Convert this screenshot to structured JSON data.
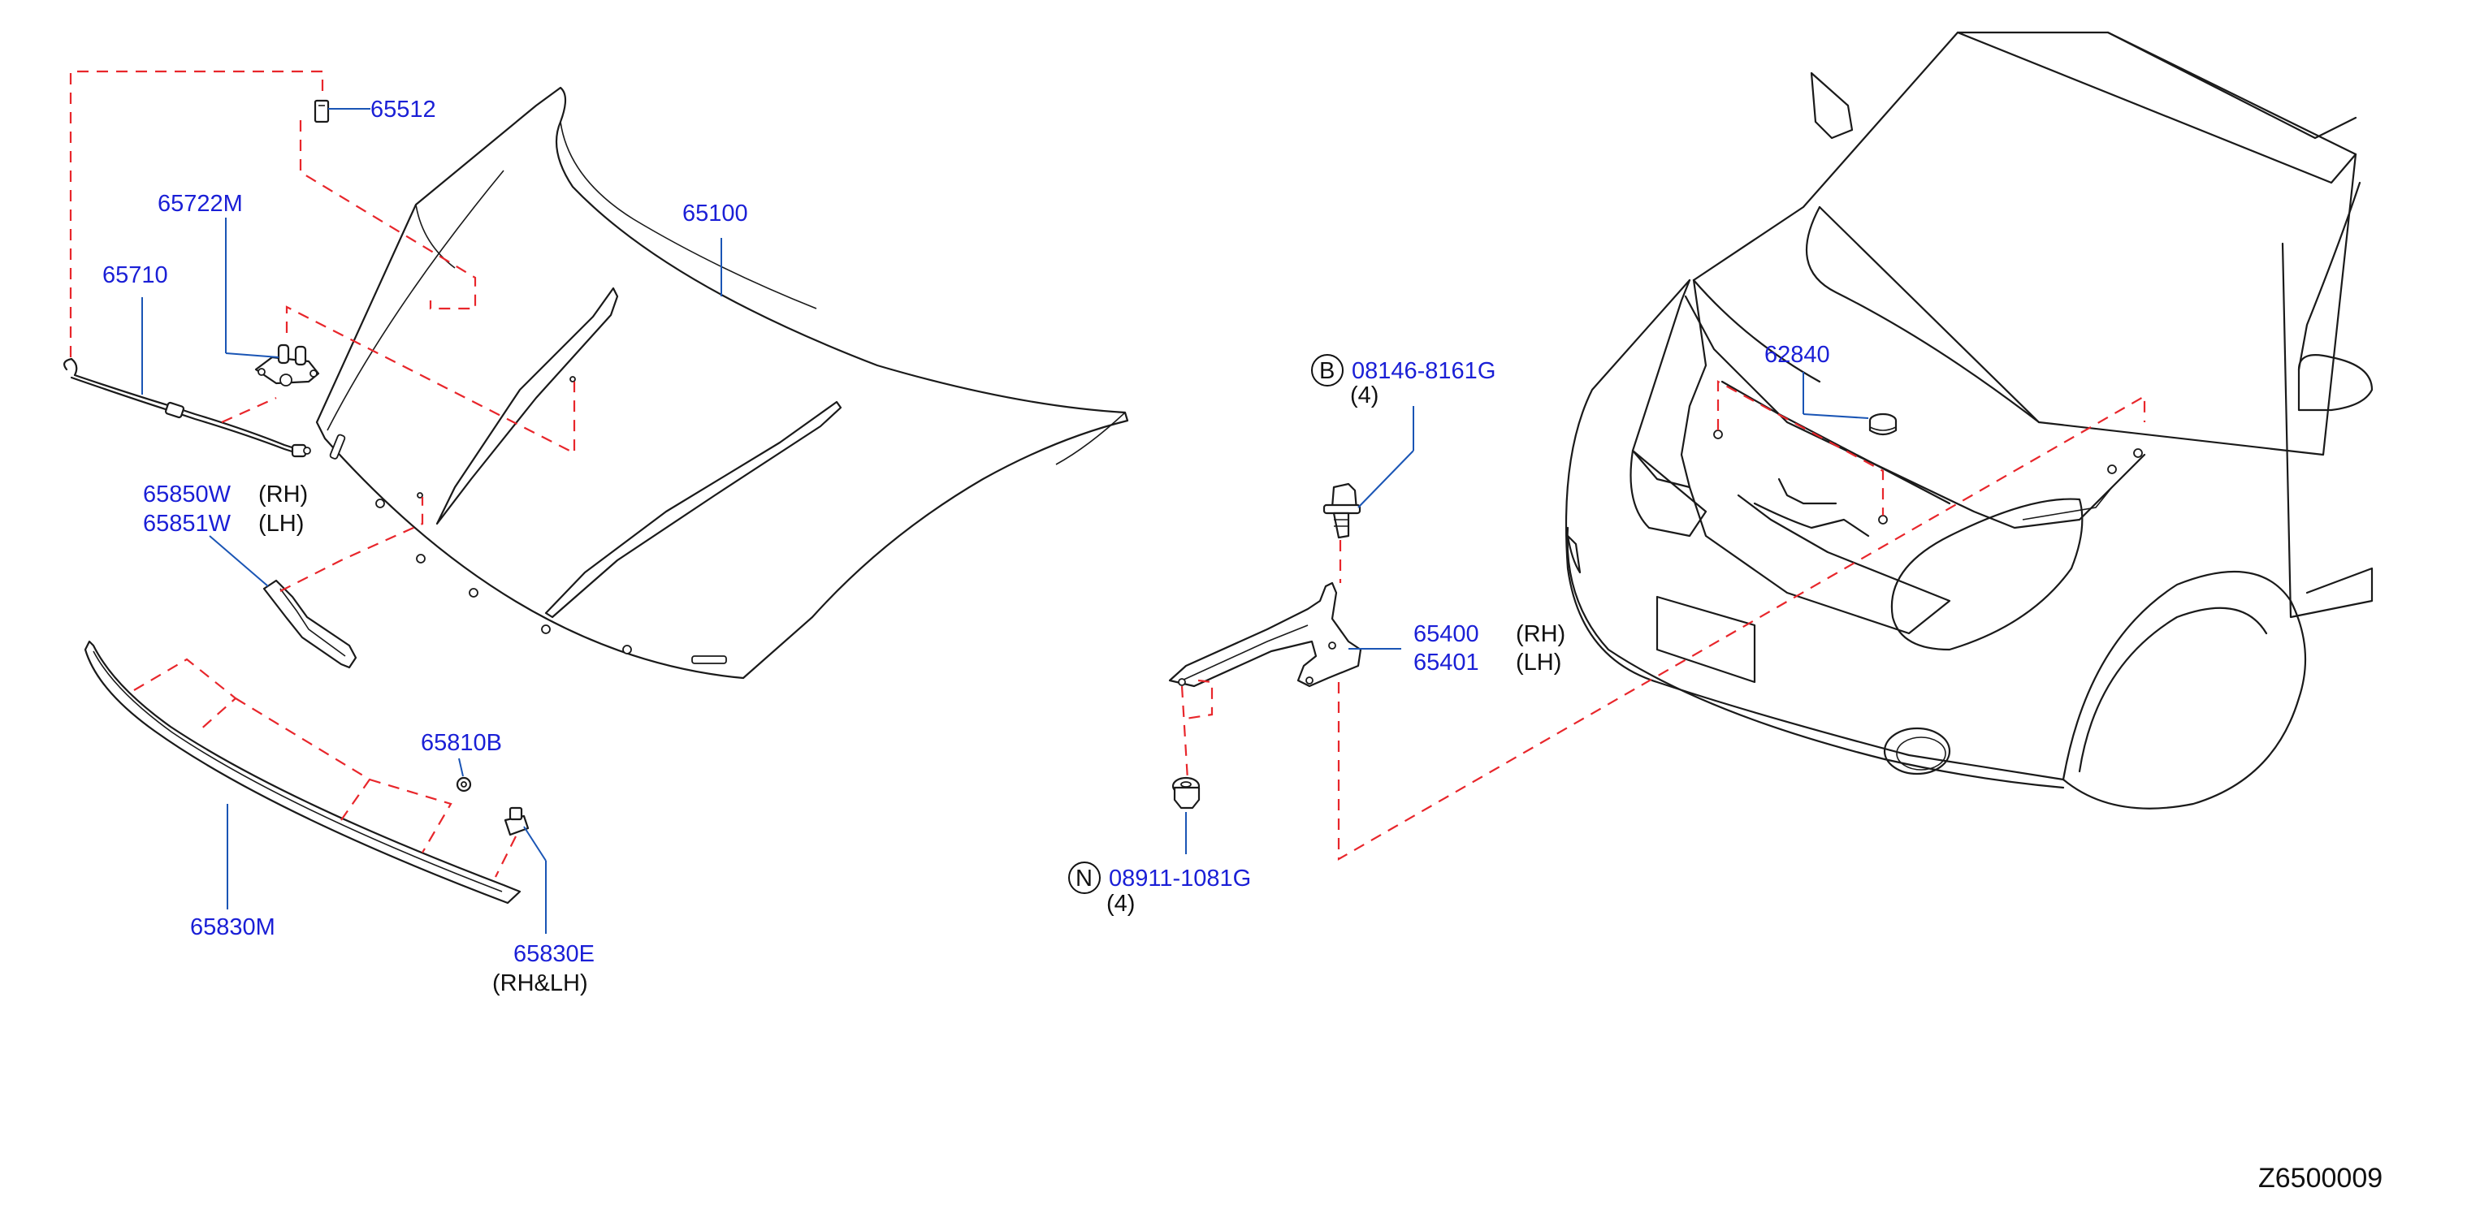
{
  "parts": {
    "p65512": "65512",
    "p65722M": "65722M",
    "p65710": "65710",
    "p65100": "65100",
    "p65850W": "65850W",
    "p65851W": "65851W",
    "p65810B": "65810B",
    "p65830M": "65830M",
    "p65830E": "65830E",
    "p08146": "08146-8161G",
    "p65400": "65400",
    "p65401": "65401",
    "p08911": "08911-1081G",
    "p62840": "62840"
  },
  "notes": {
    "rh": "(RH)",
    "lh": "(LH)",
    "rhlh": "(RH&LH)",
    "qty4": "(4)"
  },
  "symbols": {
    "bolt": "B",
    "nut": "N"
  },
  "diagram_code": "Z6500009",
  "colors": {
    "part_number": "#1a1fd6",
    "leader": "#1a55b5",
    "dashed_guide": "#e8262b",
    "linework": "#1a1a1a"
  }
}
